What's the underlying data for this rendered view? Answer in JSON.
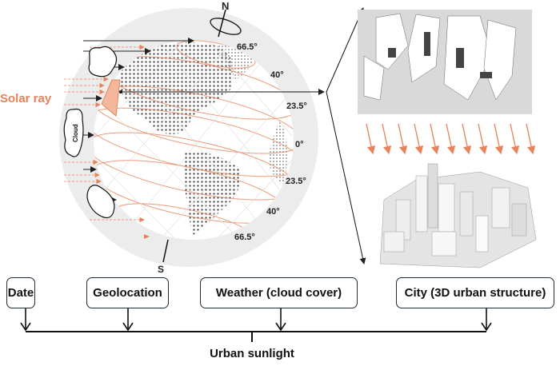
{
  "globe": {
    "north_label": "N",
    "south_label": "S",
    "solar_ray_label": "Solar ray",
    "cloud_label": "Cloud",
    "latitudes_north": [
      "66.5°",
      "40°",
      "23.5°"
    ],
    "equator": "0°",
    "latitudes_south": [
      "23.5°",
      "40°",
      "66.5°"
    ]
  },
  "inputs": [
    {
      "label": "Date"
    },
    {
      "label": "Geolocation"
    },
    {
      "label": "Weather (cloud cover)"
    },
    {
      "label": "City (3D urban structure)"
    }
  ],
  "output": {
    "label": "Urban sunlight"
  },
  "colors": {
    "solar": "#e8825a",
    "ink": "#1f2d3d",
    "halo": "#e9e9e9",
    "building": "#d6d6d6"
  }
}
